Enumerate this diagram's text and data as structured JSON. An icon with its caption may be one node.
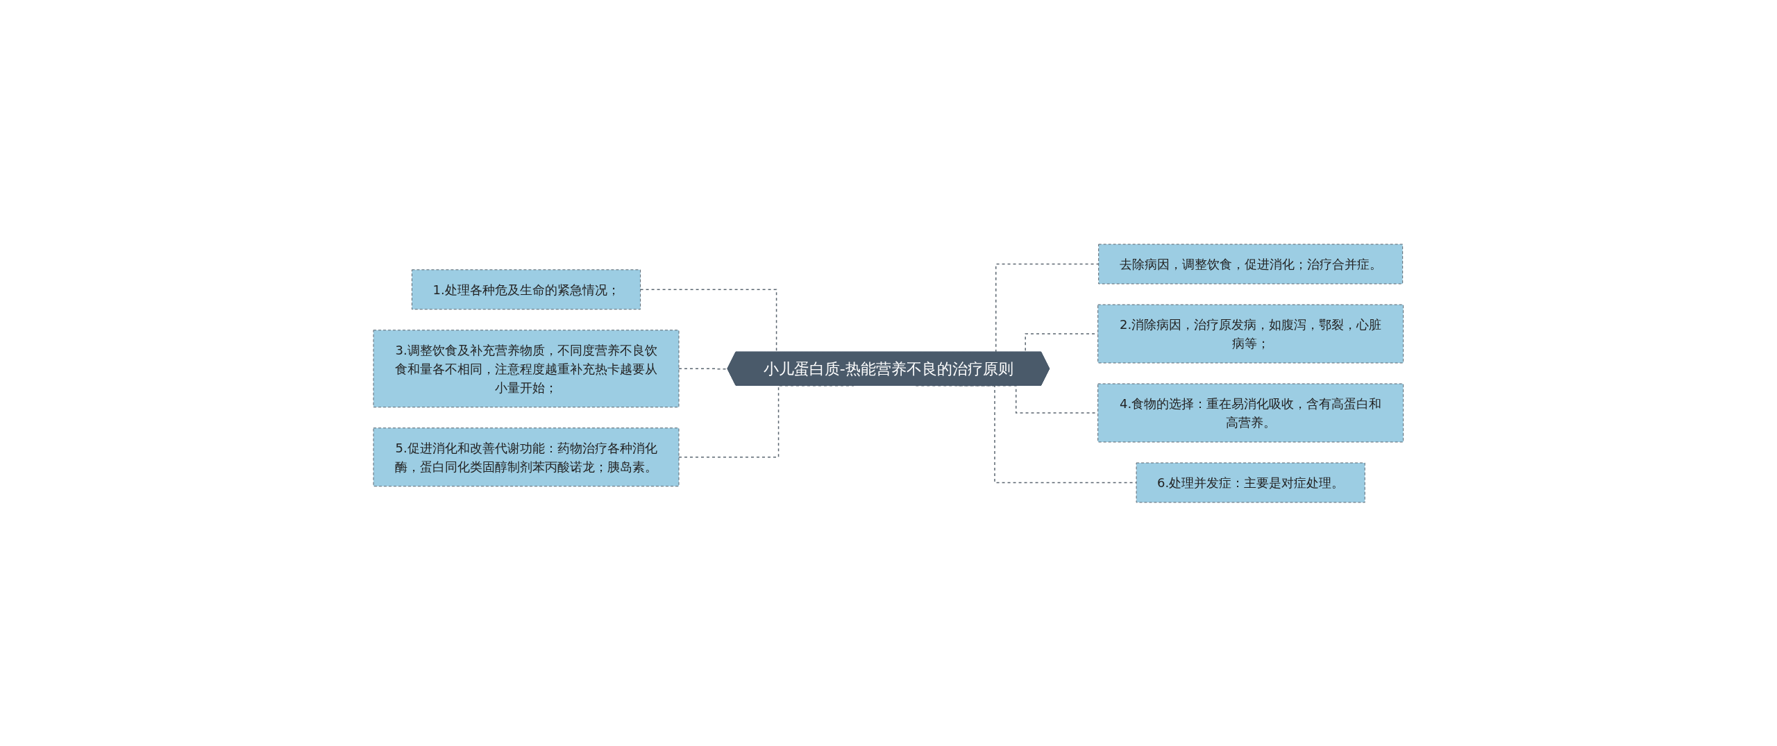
{
  "diagram": {
    "nodes": [
      {
        "text": [
          "小儿蛋白质-热能营养不良的治疗原则"
        ]
      },
      {
        "text": [
          "1.处理各种危及生命的紧急情况；"
        ]
      },
      {
        "text": [
          "3.调整饮食及补充营养物质，不同度营养不良饮食和量各不相同，注意程度越重补充热卡越要从小量开始；"
        ]
      },
      {
        "text": [
          "5.促进消化和改善代谢功能：药物治疗各种消化酶，蛋白同化类固醇制剂苯丙酸诺龙；胰岛素。"
        ]
      },
      {
        "text": [
          "去除病因，调整饮食，促进消化；治疗合并症。"
        ]
      },
      {
        "text": [
          "2.消除病因，治疗原发病，如腹泻，鄂裂，心脏病等；"
        ]
      },
      {
        "text": [
          "4.食物的选择：重在易消化吸收，含有高蛋白和高营养。"
        ]
      },
      {
        "text": [
          "6.处理并发症：主要是对症处理。"
        ]
      }
    ],
    "edges": [
      {
        "from": 0,
        "to": 1,
        "arrow": "none",
        "style": "dashed"
      },
      {
        "from": 0,
        "to": 2,
        "arrow": "none",
        "style": "dashed"
      },
      {
        "from": 0,
        "to": 3,
        "arrow": "none",
        "style": "dashed"
      },
      {
        "from": 0,
        "to": 4,
        "arrow": "none",
        "style": "dashed"
      },
      {
        "from": 0,
        "to": 5,
        "arrow": "none",
        "style": "dashed"
      },
      {
        "from": 0,
        "to": 6,
        "arrow": "none",
        "style": "dashed"
      },
      {
        "from": 0,
        "to": 7,
        "arrow": "none",
        "style": "dashed"
      }
    ]
  }
}
